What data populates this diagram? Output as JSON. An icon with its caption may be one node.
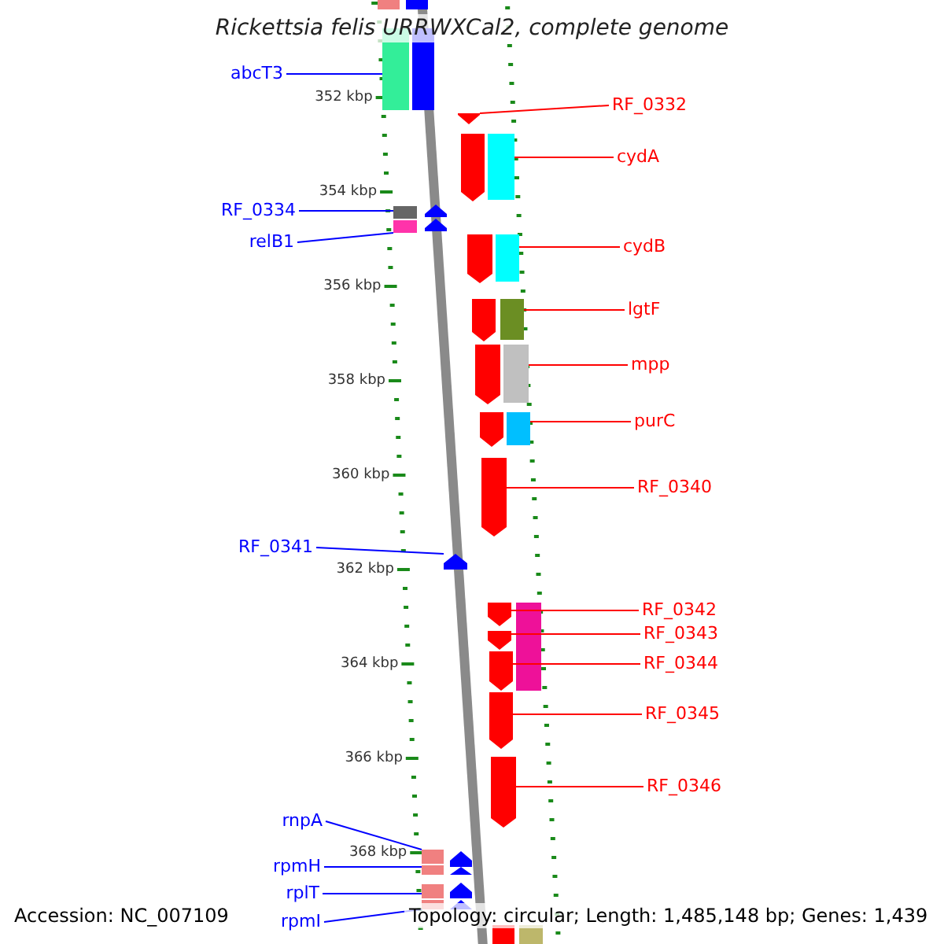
{
  "diagram": {
    "title": "Rickettsia felis URRWXCal2, complete genome",
    "nodes": [
      {
        "text": [
          "abcT3"
        ]
      },
      {
        "text": [
          "RF_0332"
        ]
      },
      {
        "text": [
          "cydA"
        ]
      },
      {
        "text": [
          "RF_0334"
        ]
      },
      {
        "text": [
          "relB1"
        ]
      },
      {
        "text": [
          "cydB"
        ]
      },
      {
        "text": [
          "lgtF"
        ]
      },
      {
        "text": [
          "mpp"
        ]
      },
      {
        "text": [
          "purC"
        ]
      },
      {
        "text": [
          "RF_0340"
        ]
      },
      {
        "text": [
          "RF_0341"
        ]
      },
      {
        "text": [
          "RF_0342"
        ]
      },
      {
        "text": [
          "RF_0343"
        ]
      },
      {
        "text": [
          "RF_0344"
        ]
      },
      {
        "text": [
          "RF_0345"
        ]
      },
      {
        "text": [
          "RF_0346"
        ]
      },
      {
        "text": [
          "rnpA"
        ]
      },
      {
        "text": [
          "rpmH"
        ]
      },
      {
        "text": [
          "rplT"
        ]
      },
      {
        "text": [
          "rpmI"
        ]
      },
      {
        "text": [],
        "shape": "arrow"
      },
      {
        "text": [],
        "shape": "arrow"
      },
      {
        "text": [],
        "shape": "arrow"
      },
      {
        "text": [],
        "shape": "arrow"
      },
      {
        "text": [],
        "shape": "arrow"
      },
      {
        "text": [],
        "shape": "arrow"
      },
      {
        "text": [],
        "shape": "arrow"
      },
      {
        "text": [],
        "shape": "arrow"
      },
      {
        "text": [],
        "shape": "arrow"
      },
      {
        "text": [],
        "shape": "arrow"
      },
      {
        "text": [],
        "shape": "arrow"
      },
      {
        "text": [],
        "shape": "arrow"
      },
      {
        "text": [],
        "shape": "arrow"
      },
      {
        "text": [],
        "shape": "arrow"
      },
      {
        "text": [],
        "shape": "arrow"
      },
      {
        "text": [],
        "shape": "arrow"
      },
      {
        "text": [],
        "shape": "arrow"
      },
      {
        "text": [],
        "shape": "arrow"
      },
      {
        "text": [],
        "shape": "arrow"
      },
      {
        "text": [],
        "shape": "arrow"
      }
    ],
    "edges": [
      {
        "from": 0,
        "to": 20,
        "arrow": "none",
        "color": "#0000ff"
      },
      {
        "from": 1,
        "to": 21,
        "arrow": "none"
      },
      {
        "from": 2,
        "to": 22,
        "arrow": "none"
      },
      {
        "from": 3,
        "to": 23,
        "arrow": "none",
        "color": "#0000ff"
      },
      {
        "from": 4,
        "to": 24,
        "arrow": "none",
        "color": "#0000ff"
      },
      {
        "from": 5,
        "to": 25,
        "arrow": "none"
      },
      {
        "from": 6,
        "to": 26,
        "arrow": "none"
      },
      {
        "from": 7,
        "to": 27,
        "arrow": "none"
      },
      {
        "from": 8,
        "to": 28,
        "arrow": "none"
      },
      {
        "from": 9,
        "to": 29,
        "arrow": "none"
      },
      {
        "from": 10,
        "to": 30,
        "arrow": "none",
        "color": "#0000ff"
      },
      {
        "from": 11,
        "to": 31,
        "arrow": "none"
      },
      {
        "from": 12,
        "to": 32,
        "arrow": "none"
      },
      {
        "from": 13,
        "to": 33,
        "arrow": "none"
      },
      {
        "from": 14,
        "to": 34,
        "arrow": "none"
      },
      {
        "from": 15,
        "to": 35,
        "arrow": "none"
      },
      {
        "from": 16,
        "to": 36,
        "arrow": "none",
        "color": "#0000ff"
      },
      {
        "from": 17,
        "to": 37,
        "arrow": "none",
        "color": "#0000ff"
      },
      {
        "from": 18,
        "to": 38,
        "arrow": "none",
        "color": "#0000ff"
      },
      {
        "from": 19,
        "to": 39,
        "arrow": "none",
        "color": "#0000ff"
      }
    ],
    "labels": [
      "352 kbp",
      "354 kbp",
      "356 kbp",
      "358 kbp",
      "360 kbp",
      "362 kbp",
      "364 kbp",
      "366 kbp",
      "368 kbp",
      "Accession: NC_007109",
      "Topology: circular; Length: 1,485,148 bp; Genes: 1,439"
    ]
  }
}
